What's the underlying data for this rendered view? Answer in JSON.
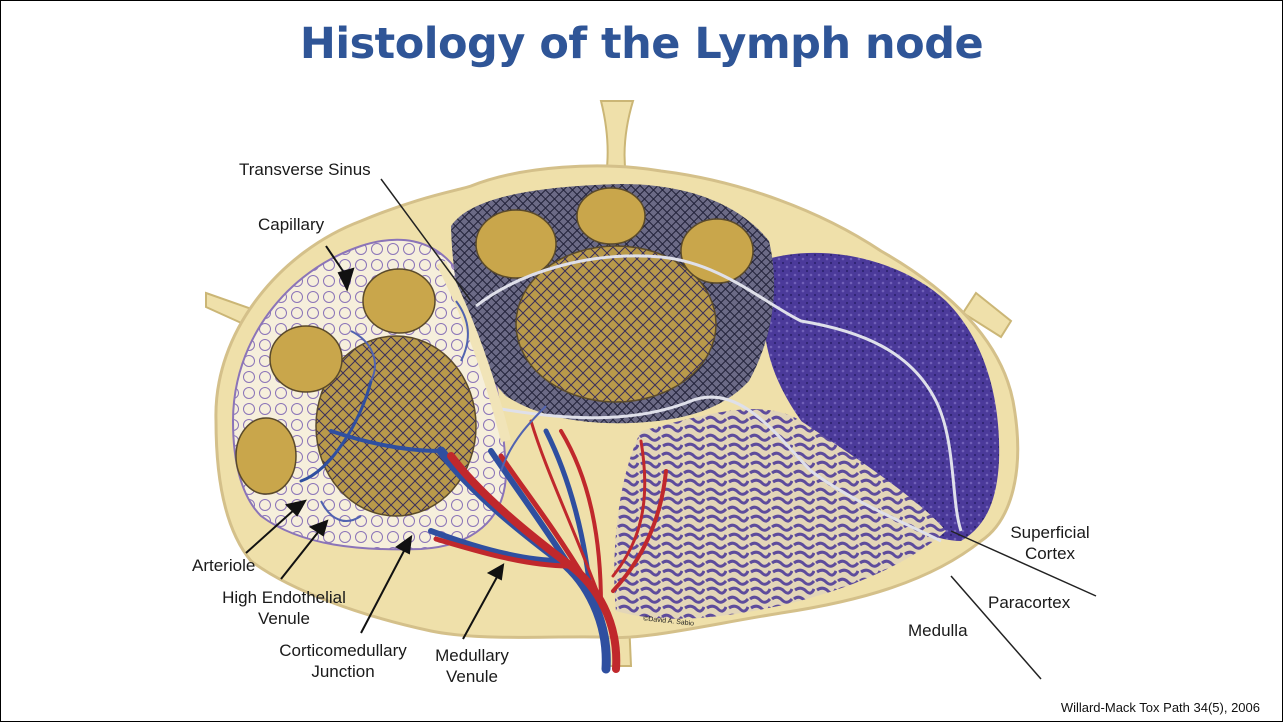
{
  "slide": {
    "title": "Histology of the Lymph node",
    "citation": "Willard-Mack Tox Path 34(5), 2006",
    "copyright": "©David A. Sabio"
  },
  "labels": {
    "transverse_sinus": "Transverse Sinus",
    "capillary": "Capillary",
    "arteriole": "Arteriole",
    "high_endothelial_venule": "High Endothelial\nVenule",
    "corticomedullary_junction": "Corticomedullary\nJunction",
    "medullary_venule": "Medullary\nVenule",
    "superficial_cortex": "Superficial\nCortex",
    "paracortex": "Paracortex",
    "medulla": "Medulla"
  },
  "colors": {
    "title": "#2f5597",
    "capsule": "#efe0aa",
    "follicle": "#c9a64b",
    "cortex_purple": "#4a3a95",
    "artery": "#c0282c",
    "vein": "#2f4fa0"
  }
}
